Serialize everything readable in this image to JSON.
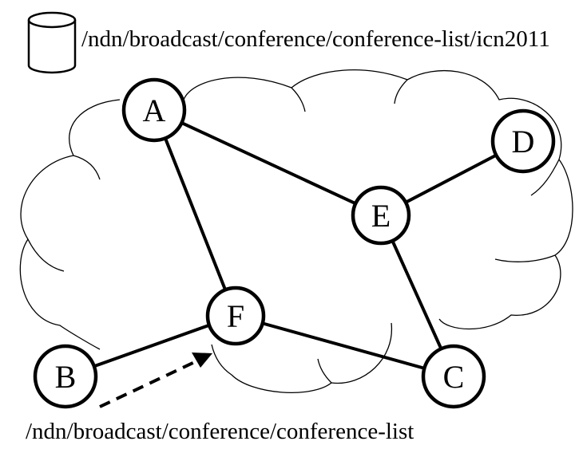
{
  "content_store_name": "/ndn/broadcast/conference/conference-list/icn2011",
  "interest_name": "/ndn/broadcast/conference/conference-list",
  "nodes": [
    {
      "id": "A",
      "label": "A"
    },
    {
      "id": "B",
      "label": "B"
    },
    {
      "id": "C",
      "label": "C"
    },
    {
      "id": "D",
      "label": "D"
    },
    {
      "id": "E",
      "label": "E"
    },
    {
      "id": "F",
      "label": "F"
    }
  ],
  "links": [
    [
      "A",
      "E"
    ],
    [
      "A",
      "F"
    ],
    [
      "E",
      "D"
    ],
    [
      "E",
      "C"
    ],
    [
      "F",
      "C"
    ],
    [
      "B",
      "F"
    ]
  ],
  "colors": {
    "stroke": "#000000",
    "background": "#ffffff"
  }
}
